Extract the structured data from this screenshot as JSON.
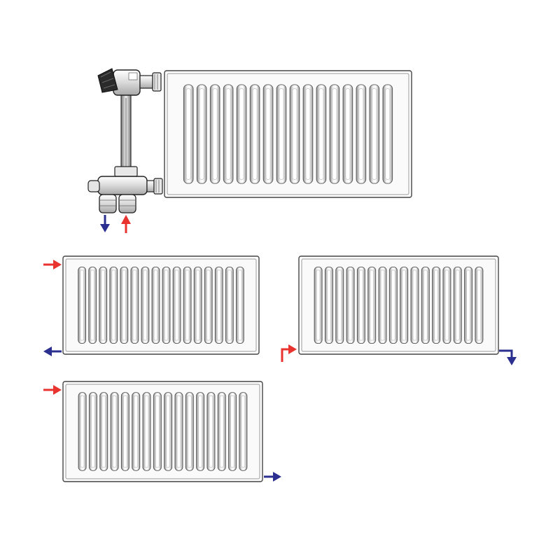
{
  "colors": {
    "flow": "#e8332f",
    "return": "#2b2f8f",
    "panel_edge": "#7a7a7a",
    "panel_fill": "#ffffff",
    "fin_dark": "#9a9a9a",
    "fin_light": "#f2f2f2",
    "valve_body": "#e6e6e6",
    "valve_cap": "#2a2a2a"
  },
  "icons": {
    "flow_arrow": "red-arrow-icon",
    "return_arrow": "blue-arrow-icon",
    "valve": "valve-assembly-icon"
  },
  "diagram": {
    "panels": [
      {
        "name": "radiator-panel-valve-connection",
        "fins": 16,
        "connection": "bottom-valve"
      },
      {
        "name": "radiator-panel-same-side",
        "fins": 16,
        "connection": "top-left-in-bottom-left-out"
      },
      {
        "name": "radiator-panel-bottom-opposite",
        "fins": 16,
        "connection": "bottom-left-in-bottom-right-out"
      },
      {
        "name": "radiator-panel-cross",
        "fins": 16,
        "connection": "top-left-in-bottom-right-out"
      }
    ]
  }
}
